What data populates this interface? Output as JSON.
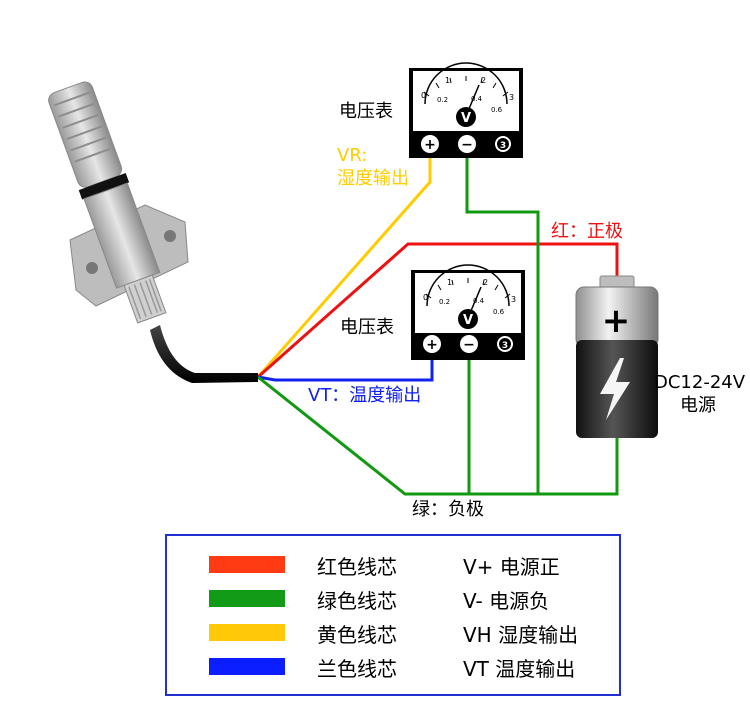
{
  "meters": [
    {
      "label": "电压表",
      "scale_top": [
        "0",
        "1",
        "2",
        "3"
      ],
      "scale_bottom": [
        "0.2",
        "0.4",
        "0.6"
      ],
      "symbol": "V",
      "terminals": [
        "+",
        "−",
        "3"
      ]
    },
    {
      "label": "电压表",
      "scale_top": [
        "0",
        "1",
        "2",
        "3"
      ],
      "scale_bottom": [
        "0.2",
        "0.4",
        "0.6"
      ],
      "symbol": "V",
      "terminals": [
        "+",
        "−",
        "3"
      ]
    }
  ],
  "wire_labels": {
    "yellow_line1": "VR:",
    "yellow_line2": "湿度输出",
    "red": "红：正极",
    "blue": "VT：温度输出",
    "green": "绿：负极"
  },
  "battery": {
    "plus_symbol": "+",
    "line1": "DC12-24V",
    "line2": "电源"
  },
  "legend": [
    {
      "name": "红色线芯",
      "desc": "V+ 电源正",
      "color": "#ff3b14"
    },
    {
      "name": "绿色线芯",
      "desc": "V- 电源负",
      "color": "#129b17"
    },
    {
      "name": "黄色线芯",
      "desc": "VH 湿度输出",
      "color": "#ffc90a"
    },
    {
      "name": "兰色线芯",
      "desc": "VT 温度输出",
      "color": "#0a1eff"
    }
  ],
  "colors": {
    "red": "#ee1111",
    "green": "#119911",
    "yellow": "#ffcc00",
    "blue": "#1020ee",
    "legend_border": "#1f2fd0"
  }
}
